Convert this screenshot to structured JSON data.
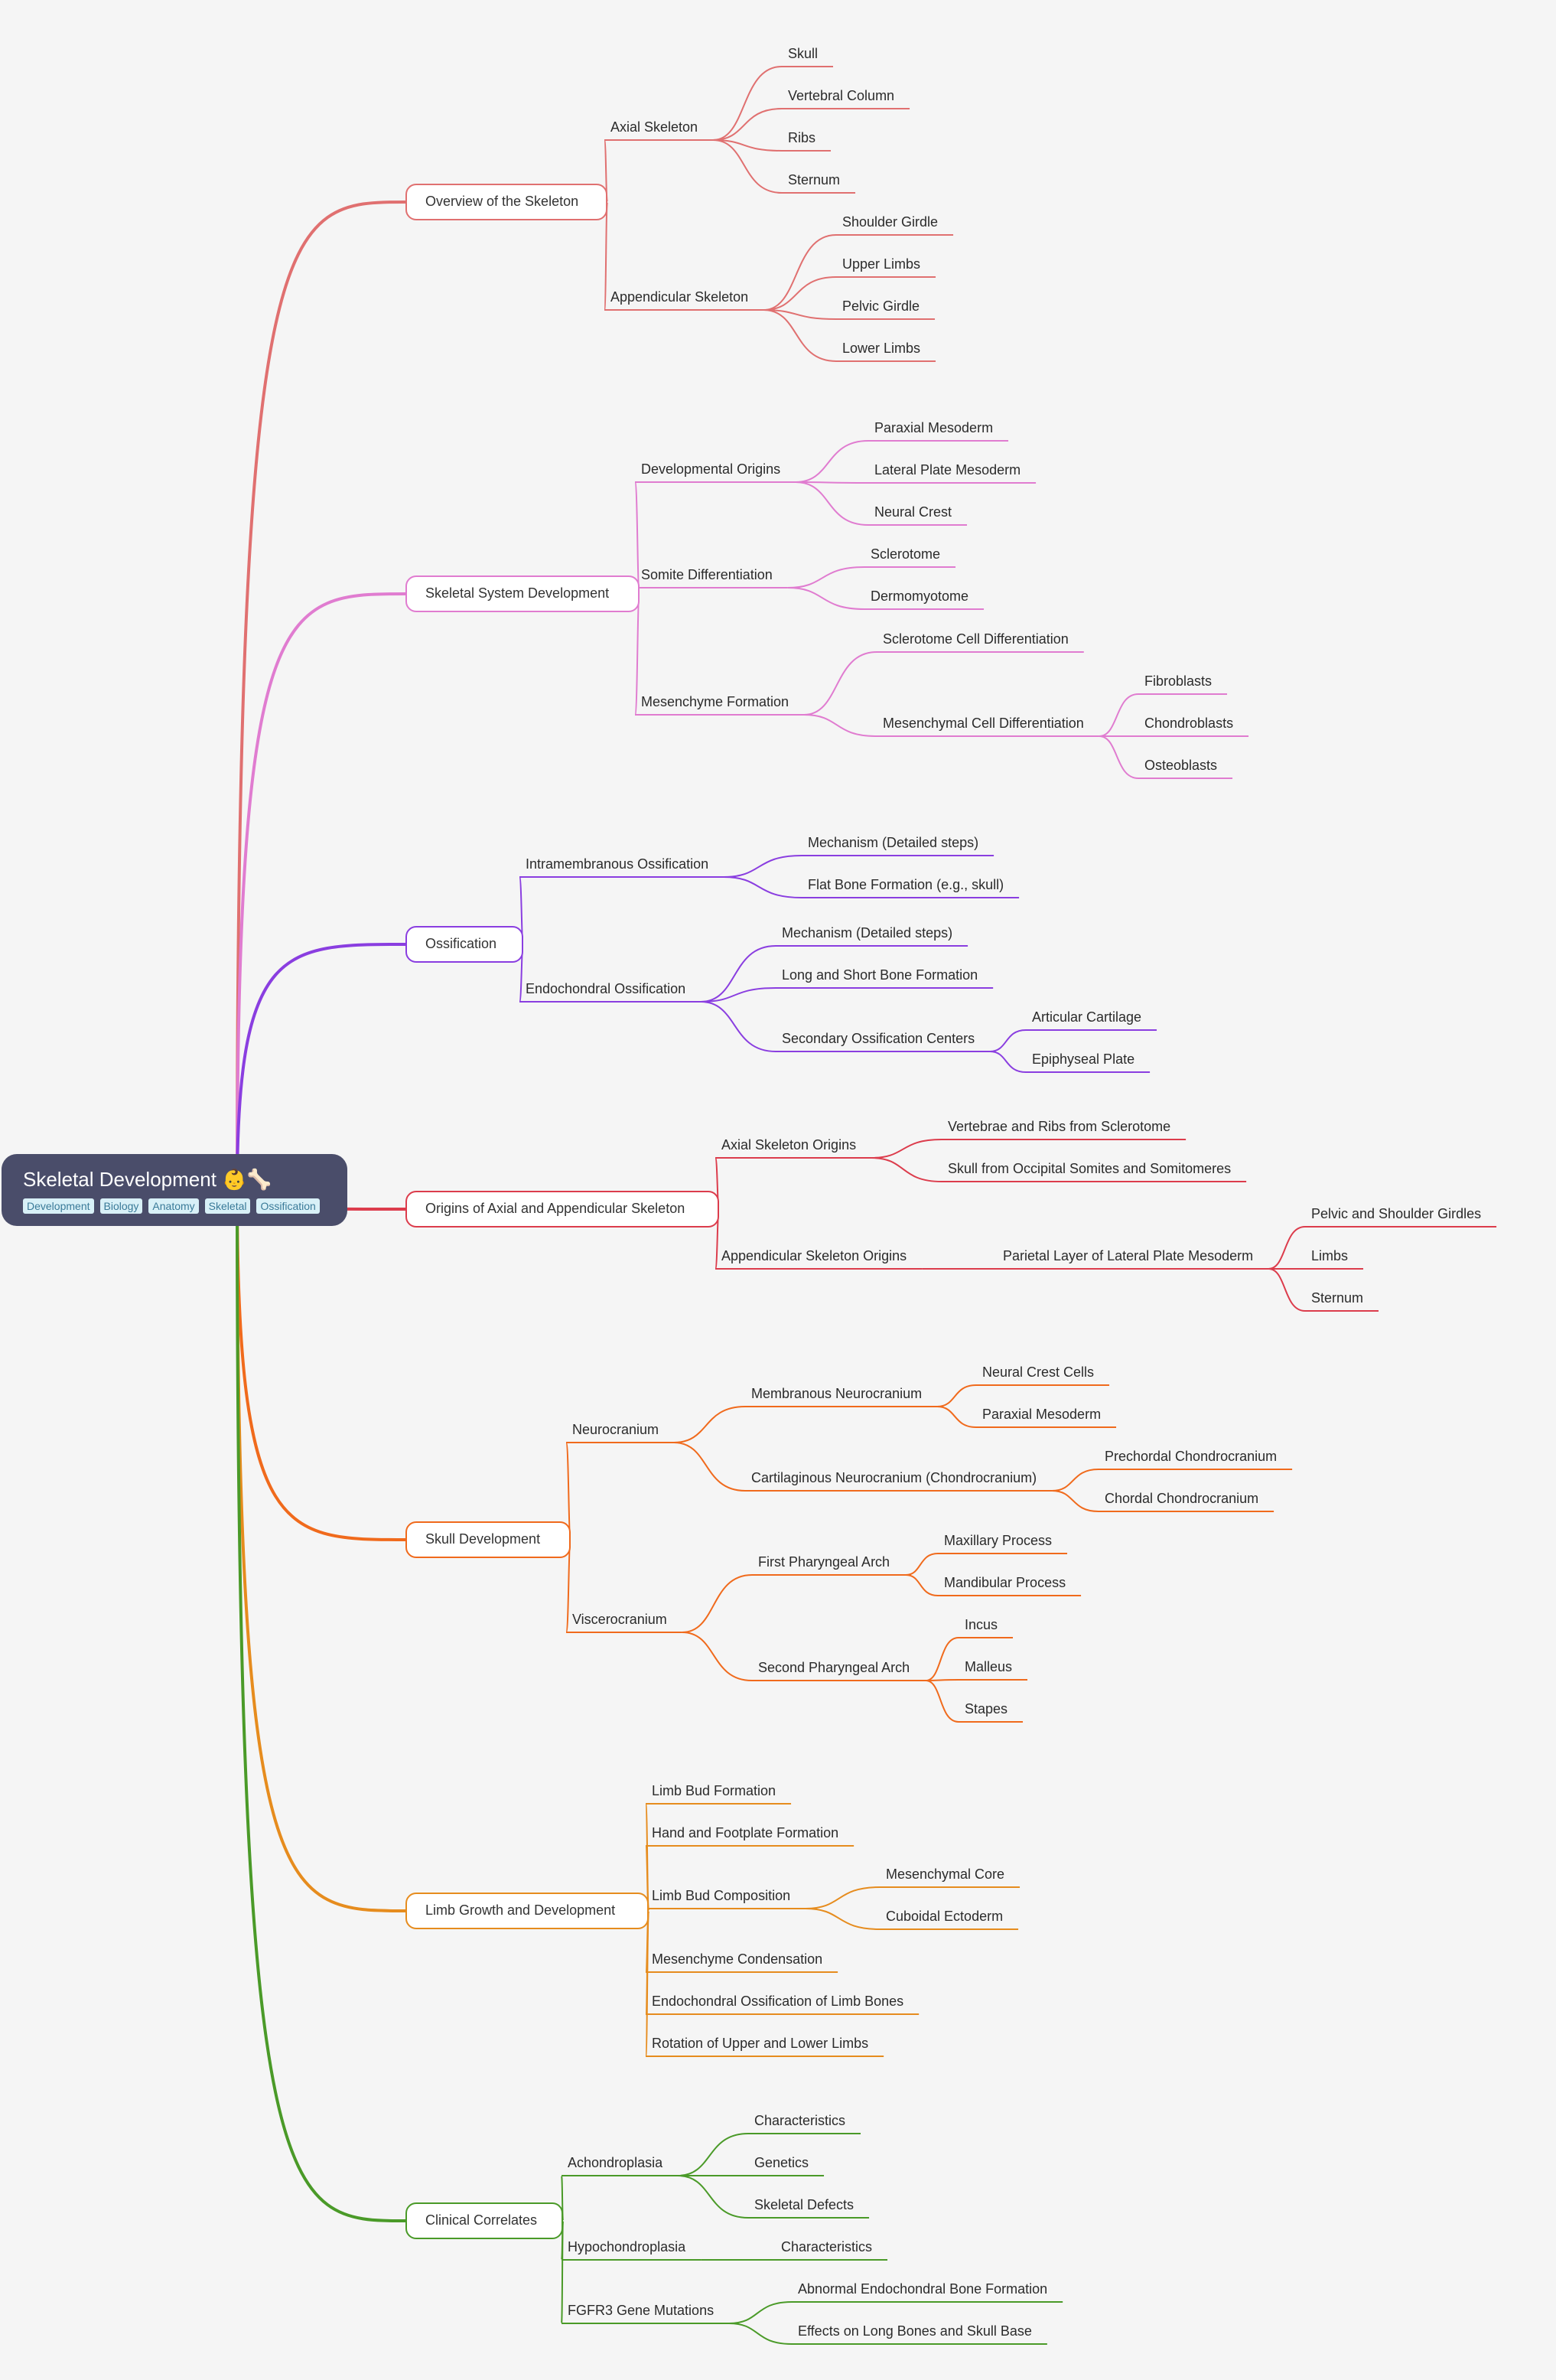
{
  "root": {
    "title": "Skeletal Development 👶🦴",
    "tags": [
      "Development",
      "Biology",
      "Anatomy",
      "Skeletal",
      "Ossification"
    ]
  },
  "branches": [
    {
      "label": "Overview of the Skeleton",
      "color": "#e07070",
      "children": [
        {
          "label": "Axial Skeleton",
          "children": [
            {
              "label": "Skull"
            },
            {
              "label": "Vertebral Column"
            },
            {
              "label": "Ribs"
            },
            {
              "label": "Sternum"
            }
          ]
        },
        {
          "label": "Appendicular Skeleton",
          "children": [
            {
              "label": "Shoulder Girdle"
            },
            {
              "label": "Upper Limbs"
            },
            {
              "label": "Pelvic Girdle"
            },
            {
              "label": "Lower Limbs"
            }
          ]
        }
      ]
    },
    {
      "label": "Skeletal System Development",
      "color": "#e07cd0",
      "children": [
        {
          "label": "Developmental Origins",
          "children": [
            {
              "label": "Paraxial Mesoderm"
            },
            {
              "label": "Lateral Plate Mesoderm"
            },
            {
              "label": "Neural Crest"
            }
          ]
        },
        {
          "label": "Somite Differentiation",
          "children": [
            {
              "label": "Sclerotome"
            },
            {
              "label": "Dermomyotome"
            }
          ]
        },
        {
          "label": "Mesenchyme Formation",
          "children": [
            {
              "label": "Sclerotome Cell Differentiation"
            },
            {
              "label": "Mesenchymal Cell Differentiation",
              "children": [
                {
                  "label": "Fibroblasts"
                },
                {
                  "label": "Chondroblasts"
                },
                {
                  "label": "Osteoblasts"
                }
              ]
            }
          ]
        }
      ]
    },
    {
      "label": "Ossification",
      "color": "#8a3ee0",
      "children": [
        {
          "label": "Intramembranous Ossification",
          "children": [
            {
              "label": "Mechanism (Detailed steps)"
            },
            {
              "label": "Flat Bone Formation (e.g., skull)"
            }
          ]
        },
        {
          "label": "Endochondral Ossification",
          "children": [
            {
              "label": "Mechanism (Detailed steps)"
            },
            {
              "label": "Long and Short Bone Formation"
            },
            {
              "label": "Secondary Ossification Centers",
              "children": [
                {
                  "label": "Articular Cartilage"
                },
                {
                  "label": "Epiphyseal Plate"
                }
              ]
            }
          ]
        }
      ]
    },
    {
      "label": "Origins of Axial and Appendicular Skeleton",
      "color": "#dc3c4c",
      "children": [
        {
          "label": "Axial Skeleton Origins",
          "children": [
            {
              "label": "Vertebrae and Ribs from Sclerotome"
            },
            {
              "label": "Skull from Occipital Somites and Somitomeres"
            }
          ]
        },
        {
          "label": "Appendicular Skeleton Origins",
          "children": [
            {
              "label": "Parietal Layer of Lateral Plate Mesoderm",
              "children": [
                {
                  "label": "Pelvic and Shoulder Girdles"
                },
                {
                  "label": "Limbs"
                },
                {
                  "label": "Sternum"
                }
              ]
            }
          ]
        }
      ]
    },
    {
      "label": "Skull Development",
      "color": "#f06a1c",
      "children": [
        {
          "label": "Neurocranium",
          "children": [
            {
              "label": "Membranous Neurocranium",
              "children": [
                {
                  "label": "Neural Crest Cells"
                },
                {
                  "label": "Paraxial Mesoderm"
                }
              ]
            },
            {
              "label": "Cartilaginous Neurocranium (Chondrocranium)",
              "children": [
                {
                  "label": "Prechordal Chondrocranium"
                },
                {
                  "label": "Chordal Chondrocranium"
                }
              ]
            }
          ]
        },
        {
          "label": "Viscerocranium",
          "children": [
            {
              "label": "First Pharyngeal Arch",
              "children": [
                {
                  "label": "Maxillary Process"
                },
                {
                  "label": "Mandibular Process"
                }
              ]
            },
            {
              "label": "Second Pharyngeal Arch",
              "children": [
                {
                  "label": "Incus"
                },
                {
                  "label": "Malleus"
                },
                {
                  "label": "Stapes"
                }
              ]
            }
          ]
        }
      ]
    },
    {
      "label": "Limb Growth and Development",
      "color": "#e68c1e",
      "children": [
        {
          "label": "Limb Bud Formation"
        },
        {
          "label": "Hand and Footplate Formation"
        },
        {
          "label": "Limb Bud Composition",
          "children": [
            {
              "label": "Mesenchymal Core"
            },
            {
              "label": "Cuboidal Ectoderm"
            }
          ]
        },
        {
          "label": "Mesenchyme Condensation"
        },
        {
          "label": "Endochondral Ossification of Limb Bones"
        },
        {
          "label": "Rotation of Upper and Lower Limbs"
        }
      ]
    },
    {
      "label": "Clinical Correlates",
      "color": "#4a9a28",
      "children": [
        {
          "label": "Achondroplasia",
          "children": [
            {
              "label": "Characteristics"
            },
            {
              "label": "Genetics"
            },
            {
              "label": "Skeletal Defects"
            }
          ]
        },
        {
          "label": "Hypochondroplasia",
          "children": [
            {
              "label": "Characteristics"
            }
          ]
        },
        {
          "label": "FGFR3 Gene Mutations",
          "children": [
            {
              "label": "Abnormal Endochondral Bone Formation"
            },
            {
              "label": "Effects on Long Bones and Skull Base"
            }
          ]
        }
      ]
    }
  ]
}
